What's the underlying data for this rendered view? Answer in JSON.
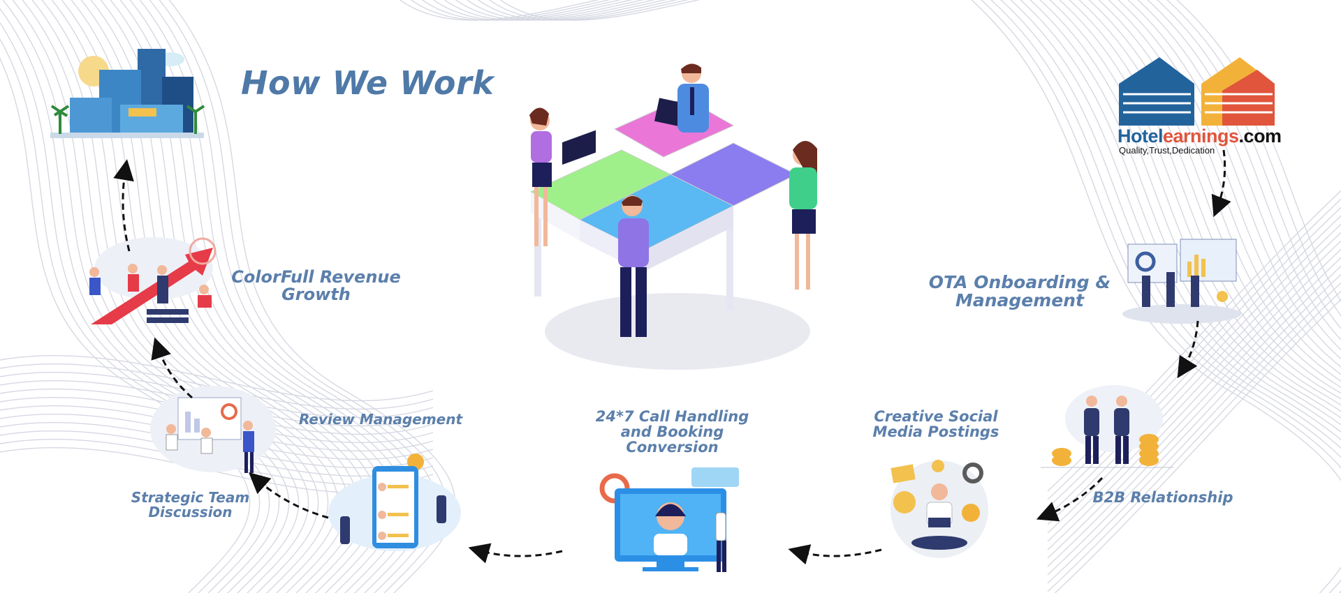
{
  "title": "How We Work",
  "logo": {
    "name_part1": "Hotel",
    "name_part2": "earnings",
    "name_part3": ".com",
    "tagline": "Quality,Trust,Dedication"
  },
  "steps": [
    {
      "label": "OTA Onboarding & Management"
    },
    {
      "label": "B2B Relationship"
    },
    {
      "label": "Creative Social Media Postings"
    },
    {
      "label": "24*7 Call Handling and Booking Conversion"
    },
    {
      "label": "Review Management"
    },
    {
      "label": "Strategic Team Discussion"
    },
    {
      "label": "ColorFull Revenue Growth"
    }
  ],
  "colors": {
    "title": "#4f79a7",
    "labels": "#5b7fab",
    "arrows": "#111111",
    "background_lines": "#d6d8e2"
  }
}
